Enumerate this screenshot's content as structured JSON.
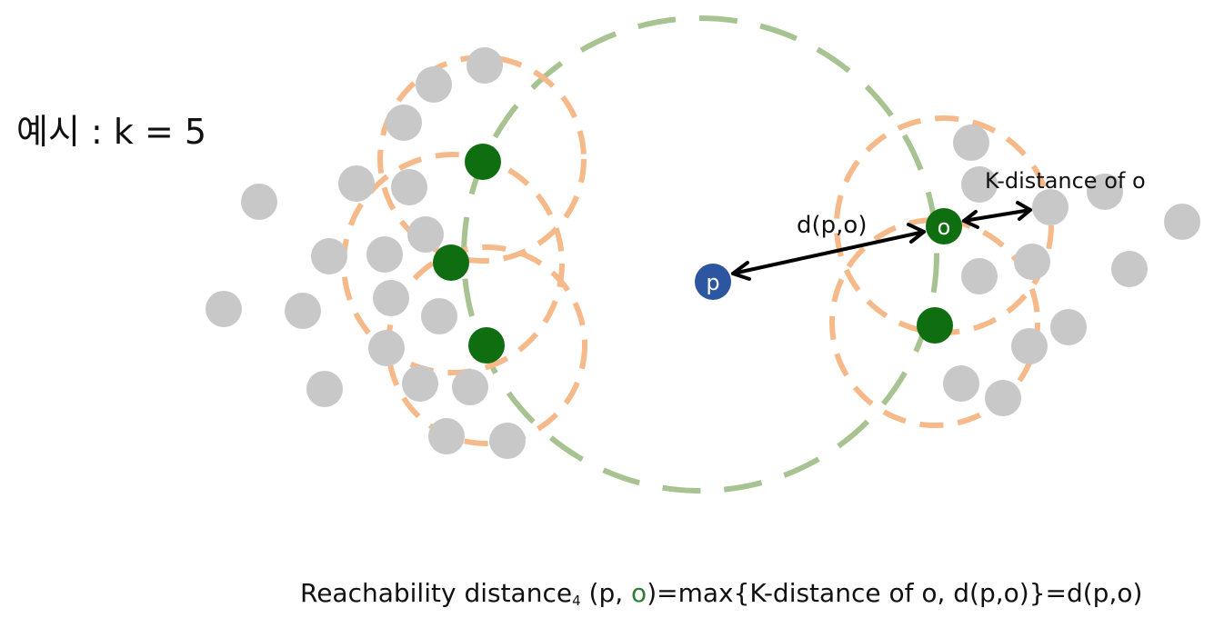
{
  "title": "예시 : k = 5",
  "labels": {
    "p": "p",
    "o": "o",
    "d_po": "d(p,o)",
    "k_distance": "K-distance of o"
  },
  "formula": {
    "prefix": "Reachability distance",
    "subscript": "4",
    "open": " (p, ",
    "o": "o",
    "rest": ")=max{K-distance of o, d(p,o)}=d(p,o)"
  },
  "colors": {
    "gray_point": "#c8c8c8",
    "green_point": "#0f6e0f",
    "p_point": "#2c56a0",
    "orange_circle": "#f5b98a",
    "green_circle": "#a8c392",
    "arrow": "#000000"
  }
}
